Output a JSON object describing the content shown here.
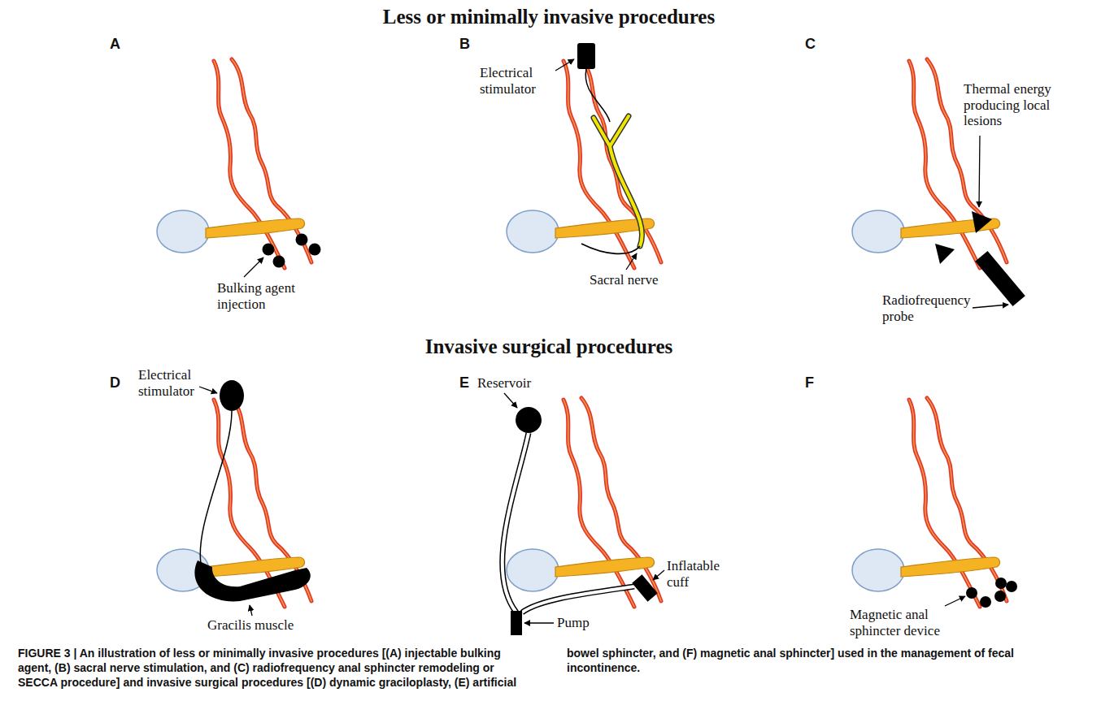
{
  "diagram": {
    "caption": "FIGURE 3 | An illustration of less or minimally invasive procedures [(A) injectable bulking agent, (B) sacral nerve stimulation, and (C) radiofrequency anal sphincter remodeling or SECCA procedure] and invasive surgical procedures [(D) dynamic graciloplasty, (E) artificial bowel sphincter, and (F) magnetic anal sphincter] used in the management of fecal incontinence.",
    "labels": [
      "Less or minimally invasive procedures",
      "A",
      "Bulking agent injection",
      "B",
      "Electrical stimulator",
      "Sacral nerve",
      "C",
      "Thermal energy producing local lesions",
      "Radiofrequency probe",
      "Invasive surgical procedures",
      "D",
      "Electrical stimulator",
      "Gracilis muscle",
      "E",
      "Reservoir",
      "Inflatable cuff",
      "Pump",
      "F",
      "Magnetic anal sphincter device"
    ]
  }
}
